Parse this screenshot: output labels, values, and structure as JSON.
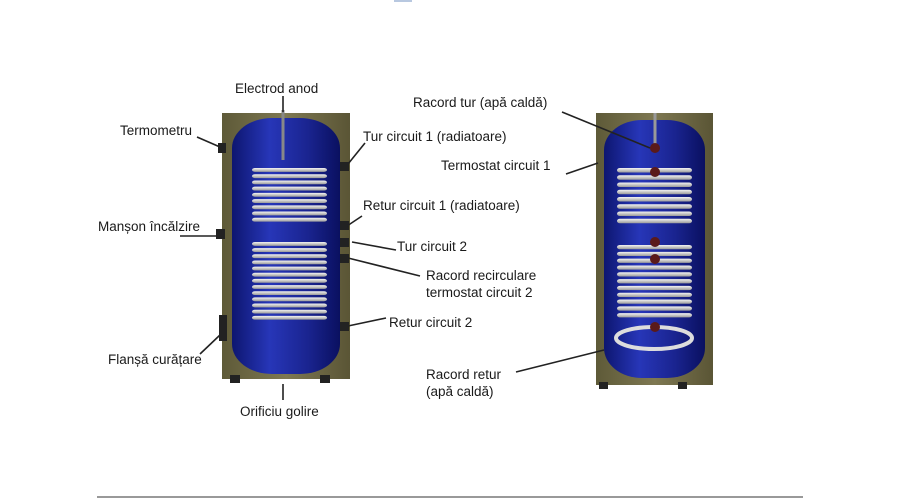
{
  "left_tank": {
    "labels": {
      "anode": "Electrod anod",
      "thermometer": "Termometru",
      "heating_sleeve": "Manșon încălzire",
      "cleaning_flange": "Flanșă curățare",
      "drain": "Orificiu golire",
      "flow_circuit_1": "Tur circuit 1 (radiatoare)",
      "return_circuit_1": "Retur circuit 1 (radiatoare)",
      "flow_circuit_2": "Tur circuit 2",
      "recirc_line1": "Racord recirculare",
      "recirc_line2": "termostat circuit 2",
      "return_circuit_2": "Retur circuit 2"
    }
  },
  "right_tank": {
    "labels": {
      "hot_flow": "Racord tur (apă caldă)",
      "thermostat_1": "Termostat circuit 1",
      "hot_return_line1": "Racord retur",
      "hot_return_line2": "(apă caldă)"
    }
  },
  "colors": {
    "frame": "#6f6a45",
    "tank": "#1e2a9c",
    "coil": "#d8d8d8",
    "line": "#222222"
  }
}
